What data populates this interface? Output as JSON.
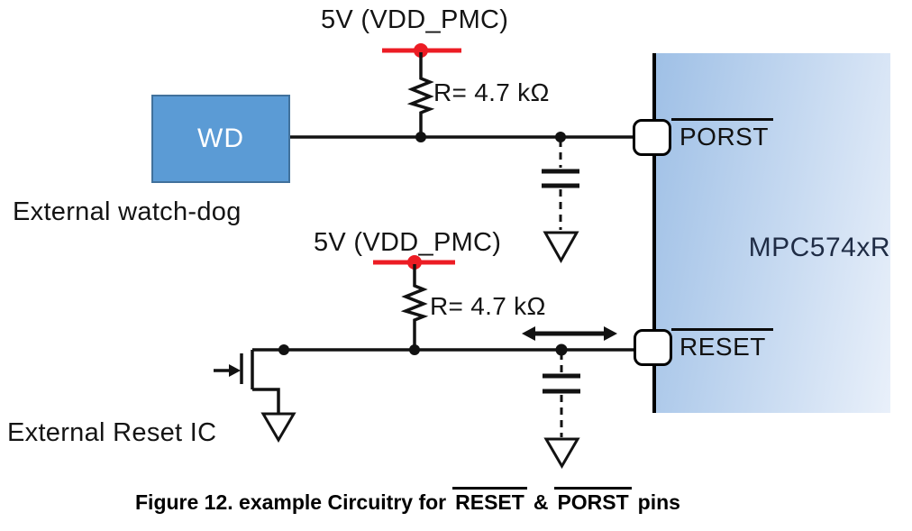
{
  "figure": {
    "caption": {
      "prefix": "Figure 12. example Circuitry for",
      "reset_word": "RESET",
      "ampersand": "&",
      "porst_word": "PORST",
      "suffix": "pins"
    }
  },
  "labels": {
    "vdd_top": "5V (VDD_PMC)",
    "vdd_bottom": "5V (VDD_PMC)",
    "resistor_top": "R= 4.7 kΩ",
    "resistor_bottom": "R= 4.7 kΩ",
    "watchdog_box": "WD",
    "watchdog_caption": "External watch-dog",
    "reset_ic_caption": "External Reset IC",
    "chip_name": "MPC574xR",
    "pin_porst": "PORST",
    "pin_reset": "RESET"
  },
  "symbols": [
    "power-rail-icon",
    "resistor-icon",
    "capacitor-icon",
    "ground-icon",
    "nmos-transistor-icon",
    "bidirectional-arrow-icon",
    "junction-dot",
    "pin-pad"
  ],
  "colors": {
    "power_rail": "#EC1C24",
    "wire": "#121212",
    "wd_box_fill": "#5B9BD5",
    "wd_box_border": "#41719C",
    "chip_grad_left": "#9FC0E6",
    "chip_grad_right": "#E9F0FA",
    "chip_label_text": "#1F2C45",
    "pin_fill": "#FFFFFF"
  }
}
